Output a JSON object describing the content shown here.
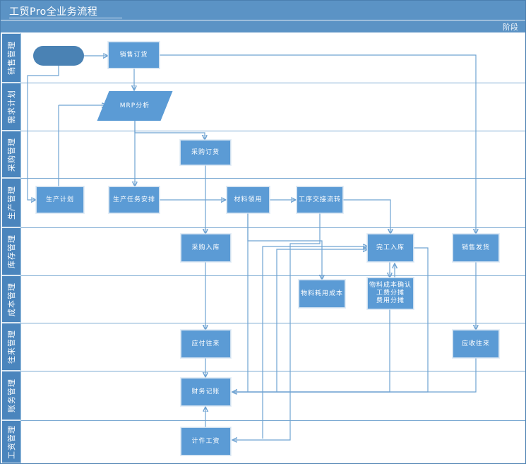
{
  "window": {
    "title": "工贸Pro全业务流程",
    "phase_label": "阶段",
    "title_bar_color": "#5b93c5",
    "lane_color": "#4a85bd",
    "node_color": "#5b9bd5",
    "connector_color": "#6fa3d2"
  },
  "lanes": [
    {
      "id": "sales",
      "label": "销售管理"
    },
    {
      "id": "demand",
      "label": "需求计划"
    },
    {
      "id": "purchasing",
      "label": "采购管理"
    },
    {
      "id": "production",
      "label": "生产管理"
    },
    {
      "id": "inventory",
      "label": "库存管理"
    },
    {
      "id": "cost",
      "label": "成本管理"
    },
    {
      "id": "ar_ap",
      "label": "往来管理"
    },
    {
      "id": "accounting",
      "label": "账务管理"
    },
    {
      "id": "payroll",
      "label": "工资管理"
    }
  ],
  "nodes": [
    {
      "id": "start",
      "label": "",
      "shape": "start",
      "lane": "sales"
    },
    {
      "id": "sales_order",
      "label": "销售订货",
      "shape": "rect",
      "lane": "sales"
    },
    {
      "id": "mrp",
      "label": "MRP分析",
      "shape": "parallelogram",
      "lane": "demand"
    },
    {
      "id": "purchase_order",
      "label": "采购订货",
      "shape": "rect",
      "lane": "purchasing"
    },
    {
      "id": "prod_plan",
      "label": "生产计划",
      "shape": "rect",
      "lane": "production"
    },
    {
      "id": "prod_task",
      "label": "生产任务安排",
      "shape": "rect",
      "lane": "production"
    },
    {
      "id": "material_issue",
      "label": "材料领用",
      "shape": "rect",
      "lane": "production"
    },
    {
      "id": "process_flow",
      "label": "工序交接流转",
      "shape": "rect",
      "lane": "production"
    },
    {
      "id": "purchase_in",
      "label": "采购入库",
      "shape": "rect",
      "lane": "inventory"
    },
    {
      "id": "finish_in",
      "label": "完工入库",
      "shape": "rect",
      "lane": "inventory"
    },
    {
      "id": "sales_out",
      "label": "销售发货",
      "shape": "rect",
      "lane": "inventory"
    },
    {
      "id": "mat_cost",
      "label": "物料耗用成本",
      "shape": "rect",
      "lane": "cost"
    },
    {
      "id": "cost_confirm",
      "label": "物料成本确认\n工费分摊\n费用分摊",
      "shape": "rect",
      "lane": "cost"
    },
    {
      "id": "payable",
      "label": "应付往来",
      "shape": "rect",
      "lane": "ar_ap"
    },
    {
      "id": "receivable",
      "label": "应收往来",
      "shape": "rect",
      "lane": "ar_ap"
    },
    {
      "id": "bookkeeping",
      "label": "财务记账",
      "shape": "rect",
      "lane": "accounting"
    },
    {
      "id": "piece_wage",
      "label": "计件工资",
      "shape": "rect",
      "lane": "payroll"
    }
  ],
  "edges": [
    {
      "from": "start",
      "to": "sales_order"
    },
    {
      "from": "sales_order",
      "to": "mrp"
    },
    {
      "from": "sales_order",
      "to": "sales_out"
    },
    {
      "from": "start",
      "to": "prod_plan"
    },
    {
      "from": "mrp",
      "to": "purchase_order"
    },
    {
      "from": "mrp",
      "to": "prod_task"
    },
    {
      "from": "prod_plan",
      "to": "prod_task"
    },
    {
      "from": "prod_task",
      "to": "material_issue"
    },
    {
      "from": "material_issue",
      "to": "process_flow"
    },
    {
      "from": "material_issue",
      "to": "mat_cost"
    },
    {
      "from": "process_flow",
      "to": "finish_in"
    },
    {
      "from": "process_flow",
      "to": "piece_wage"
    },
    {
      "from": "purchase_order",
      "to": "purchase_in"
    },
    {
      "from": "purchase_in",
      "to": "payable"
    },
    {
      "from": "payable",
      "to": "bookkeeping"
    },
    {
      "from": "finish_in",
      "to": "cost_confirm"
    },
    {
      "from": "cost_confirm",
      "to": "finish_in"
    },
    {
      "from": "cost_confirm",
      "to": "bookkeeping"
    },
    {
      "from": "sales_out",
      "to": "receivable"
    },
    {
      "from": "receivable",
      "to": "bookkeeping"
    },
    {
      "from": "piece_wage",
      "to": "bookkeeping"
    },
    {
      "from": "finish_in",
      "to": "bookkeeping"
    }
  ]
}
